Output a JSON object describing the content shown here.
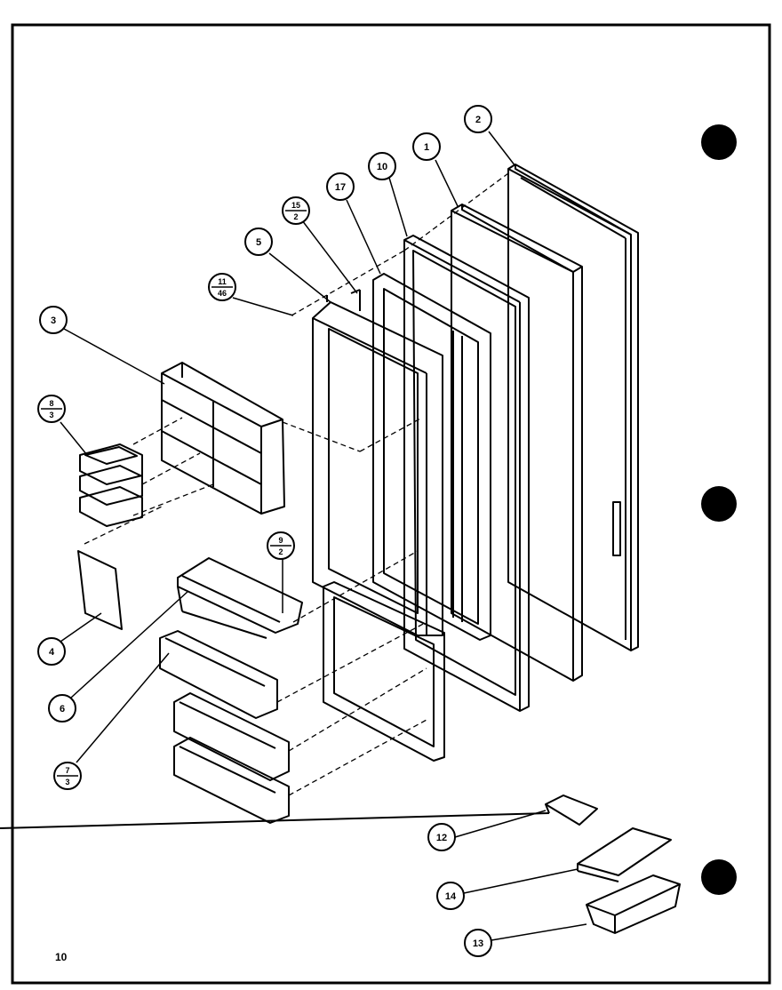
{
  "diagram": {
    "page_number": "10",
    "callouts": [
      {
        "id": "c2",
        "label": "2"
      },
      {
        "id": "c1",
        "label": "1"
      },
      {
        "id": "c10",
        "label": "10"
      },
      {
        "id": "c17",
        "label": "17"
      },
      {
        "id": "c15",
        "top": "15",
        "bottom": "2"
      },
      {
        "id": "c5",
        "label": "5"
      },
      {
        "id": "c11",
        "top": "11",
        "bottom": "46"
      },
      {
        "id": "c3",
        "label": "3"
      },
      {
        "id": "c8",
        "top": "8",
        "bottom": "3"
      },
      {
        "id": "c9",
        "top": "9",
        "bottom": "2"
      },
      {
        "id": "c4",
        "label": "4"
      },
      {
        "id": "c6",
        "label": "6"
      },
      {
        "id": "c7",
        "top": "7",
        "bottom": "3"
      },
      {
        "id": "c12",
        "label": "12"
      },
      {
        "id": "c14",
        "label": "14"
      },
      {
        "id": "c13",
        "label": "13"
      }
    ]
  }
}
